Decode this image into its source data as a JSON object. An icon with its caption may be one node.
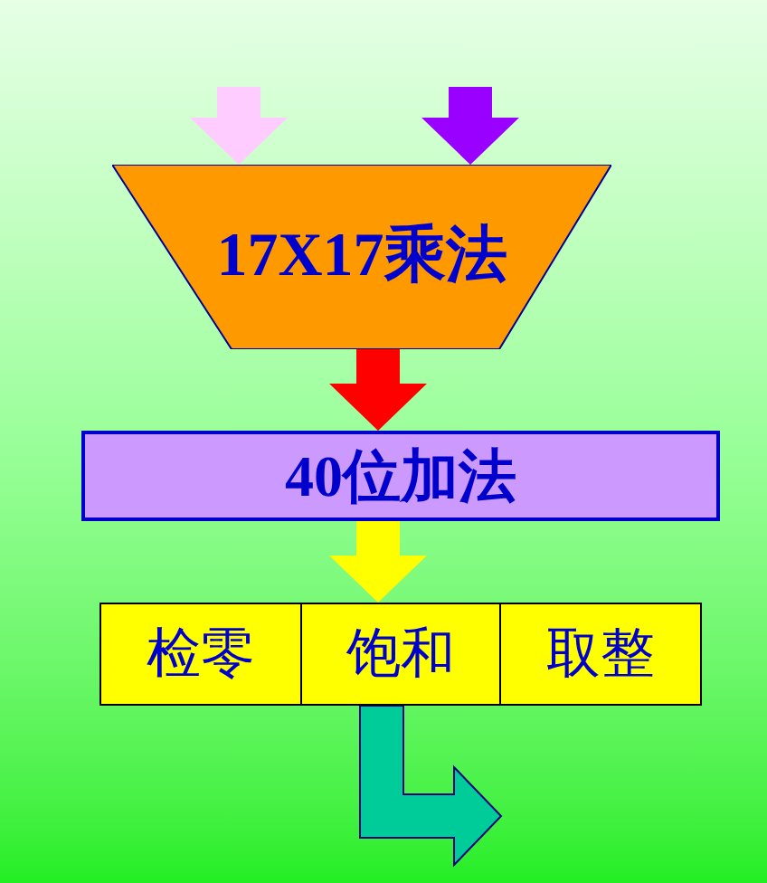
{
  "diagram": {
    "nodes": [
      {
        "text": [
          "17X17乘法"
        ]
      },
      {
        "text": [
          "40位加法"
        ]
      },
      {
        "text": [],
        "shape": "box"
      },
      {
        "text": [
          "检零"
        ],
        "in": 2
      },
      {
        "text": [
          "饱和"
        ],
        "in": 2
      },
      {
        "text": [
          "取整"
        ],
        "in": 2
      }
    ],
    "edges": [
      {
        "from": null,
        "to": 0,
        "arrow": "to",
        "color": "#ffccff"
      },
      {
        "from": null,
        "to": 0,
        "arrow": "to",
        "color": "#9900ff"
      },
      {
        "from": 0,
        "to": 1,
        "arrow": "to",
        "color": "#ff0000"
      },
      {
        "from": 1,
        "to": 2,
        "arrow": "to",
        "color": "#ffff00"
      },
      {
        "from": 2,
        "to": null,
        "arrow": "to",
        "color": "#00cc99"
      }
    ]
  }
}
